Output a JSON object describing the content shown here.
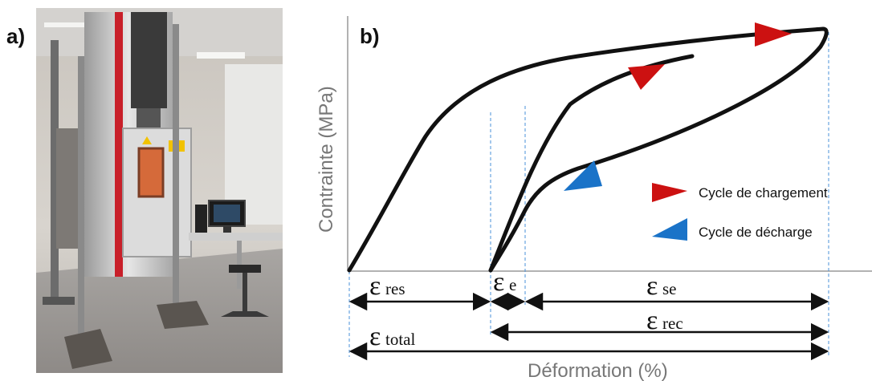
{
  "panels": {
    "a_label": "a)",
    "b_label": "b)"
  },
  "diagram": {
    "y_axis_title": "Contrainte (MPa)",
    "x_axis_title": "Déformation  (%)",
    "legend": [
      {
        "label": "Cycle de chargement",
        "color": "#cc1111"
      },
      {
        "label": "Cycle de décharge",
        "color": "#1a73c8"
      }
    ],
    "strains": {
      "res": {
        "symbol": "ε",
        "sub": "res"
      },
      "e": {
        "symbol": "ε",
        "sub": "e"
      },
      "se": {
        "symbol": "ε",
        "sub": "se"
      },
      "rec": {
        "symbol": "ε",
        "sub": "rec"
      },
      "total": {
        "symbol": "ε",
        "sub": "total"
      }
    }
  },
  "colors": {
    "curve": "#111111",
    "loading": "#cc1111",
    "unloading": "#1a73c8",
    "guide": "#4a90d9",
    "machine_red": "#c8202a"
  }
}
